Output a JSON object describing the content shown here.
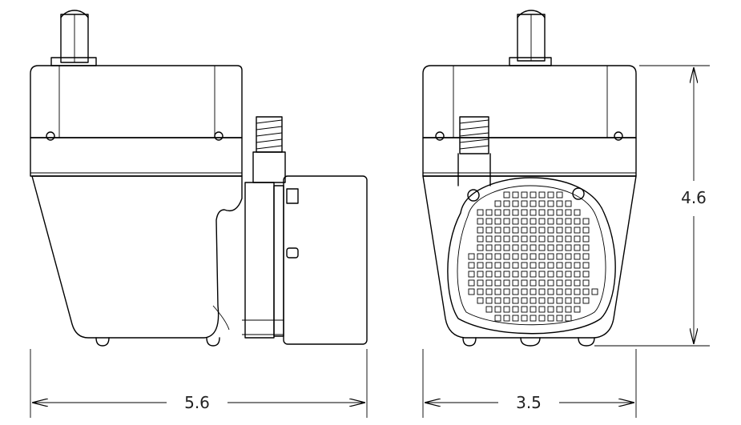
{
  "drawing": {
    "views": [
      "side-view",
      "front-view"
    ],
    "dimensions": {
      "side_width": "5.6",
      "front_width": "3.5",
      "height": "4.6"
    },
    "colors": {
      "line": "#000000",
      "background": "#ffffff"
    }
  }
}
